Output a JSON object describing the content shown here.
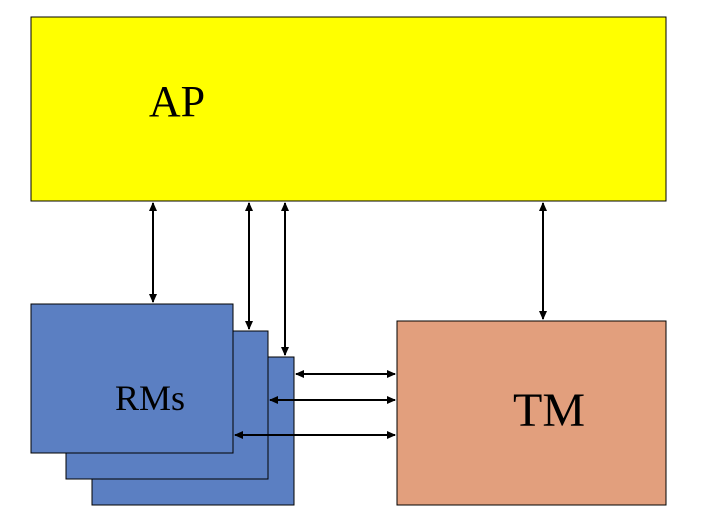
{
  "diagram": {
    "nodes": {
      "ap": {
        "label": "AP",
        "fill": "#ffff00"
      },
      "rms": {
        "label": "RMs",
        "fill": "#5b7fc2"
      },
      "tm": {
        "label": "TM",
        "fill": "#e29f7d"
      }
    },
    "edges": [
      {
        "from": "ap",
        "to": "rms",
        "direction": "bidirectional"
      },
      {
        "from": "ap",
        "to": "rms",
        "direction": "bidirectional"
      },
      {
        "from": "ap",
        "to": "rms",
        "direction": "bidirectional"
      },
      {
        "from": "ap",
        "to": "tm",
        "direction": "bidirectional"
      },
      {
        "from": "rms",
        "to": "tm",
        "direction": "bidirectional"
      },
      {
        "from": "rms",
        "to": "tm",
        "direction": "bidirectional"
      },
      {
        "from": "rms",
        "to": "tm",
        "direction": "bidirectional"
      }
    ],
    "colors": {
      "stroke": "#000000",
      "arrow": "#000000"
    }
  }
}
